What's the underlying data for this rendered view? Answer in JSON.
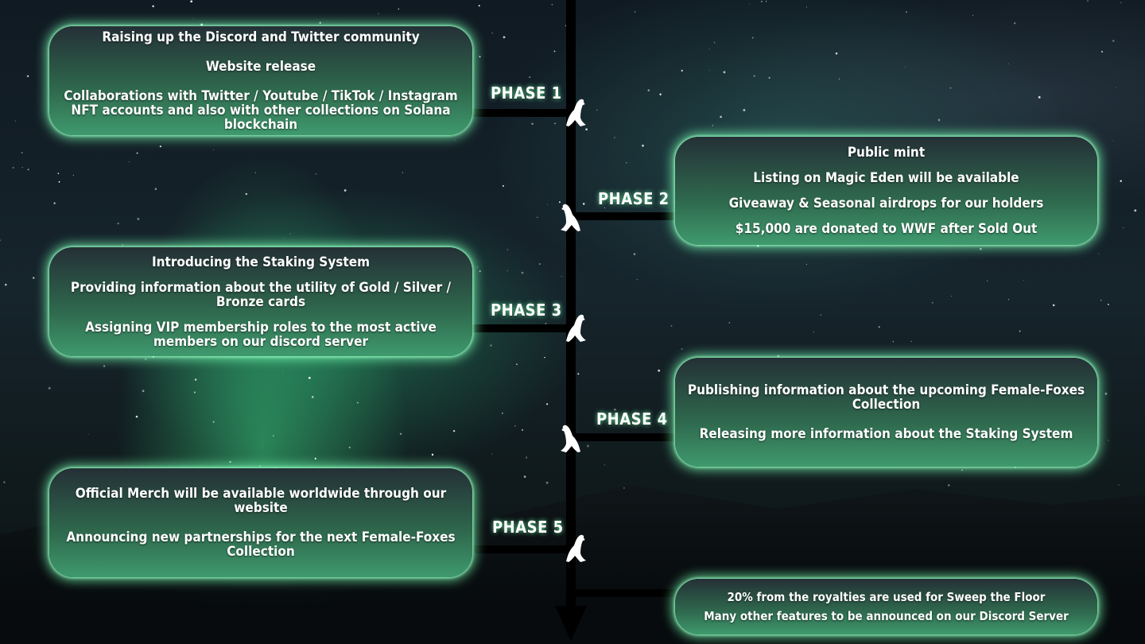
{
  "phases": [
    {
      "label": "PHASE 1",
      "items": [
        "Raising up the Discord and Twitter community",
        "Website release",
        "Collaborations with Twitter / Youtube / TikTok / Instagram NFT accounts and also with other collections on Solana blockchain"
      ]
    },
    {
      "label": "PHASE 2",
      "items": [
        "Public mint",
        "Listing on Magic Eden will be available",
        "Giveaway & Seasonal airdrops for our holders",
        "$15,000 are donated to WWF after Sold Out"
      ]
    },
    {
      "label": "PHASE 3",
      "items": [
        "Introducing the Staking System",
        "Providing information about the utility of Gold / Silver / Bronze cards",
        "Assigning VIP membership roles to the most active members on our discord server"
      ]
    },
    {
      "label": "PHASE 4",
      "items": [
        "Publishing information about the upcoming Female-Foxes Collection",
        "Releasing more information about the Staking System"
      ]
    },
    {
      "label": "PHASE 5",
      "items": [
        "Official Merch will be available worldwide through our website",
        "Announcing new partnerships for the next Female-Foxes Collection"
      ]
    },
    {
      "label": "",
      "items": [
        "20% from the royalties are used for Sweep the Floor",
        "Many other features to be announced on our Discord Server"
      ]
    }
  ],
  "colors": {
    "card_glow": "#78ffb4",
    "card_top": "#243036",
    "card_bottom": "#3f9a6e",
    "timeline": "#000000"
  },
  "icons": [
    "polar-bear-icon"
  ]
}
